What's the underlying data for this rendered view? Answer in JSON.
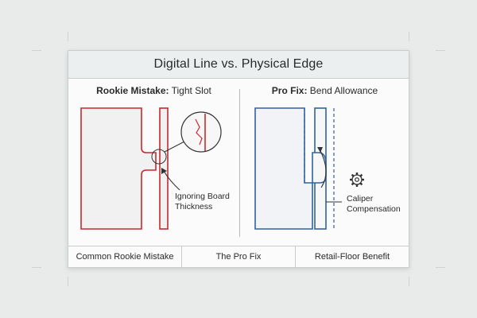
{
  "title": "Digital Line vs. Physical Edge",
  "left_panel": {
    "heading_emph": "Rookie Mistake:",
    "heading_rest": " Tight Slot",
    "annotation_line1": "Ignoring Board",
    "annotation_line2": "Thickness",
    "outline_color": "#c8282d"
  },
  "right_panel": {
    "heading_emph": "Pro Fix:",
    "heading_rest": " Bend Allowance",
    "annotation_line1": "Caliper",
    "annotation_line2": "Compensation",
    "outline_color": "#2f62a0",
    "icon": "gear-icon"
  },
  "footer": [
    "Common Rookie Mistake",
    "The Pro Fix",
    "Retail-Floor Benefit"
  ]
}
